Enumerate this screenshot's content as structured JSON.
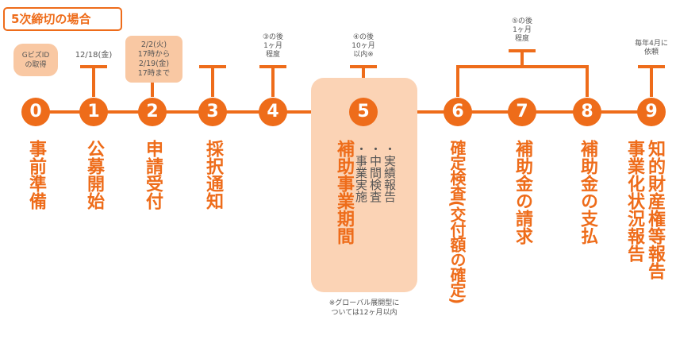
{
  "title": "5次締切の場合",
  "gbiz_box": {
    "line1": "GビズID",
    "line2": "の取得"
  },
  "deadline_box": {
    "line1": "2/2(火)",
    "line2": "17時から",
    "line3": "2/19(金)",
    "line4": "17時まで"
  },
  "top_notes": {
    "n1": "12/18(金)",
    "n4": {
      "line1": "③の後",
      "line2": "1ヶ月",
      "line3": "程度"
    },
    "n5": {
      "line1": "④の後",
      "line2": "10ヶ月",
      "line3": "以内※"
    },
    "n67": {
      "line1": "⑤の後",
      "line2": "1ヶ月",
      "line3": "程度"
    },
    "n9": {
      "line1": "毎年4月に",
      "line2": "依頼"
    }
  },
  "steps": [
    {
      "number": "0",
      "label": "事前準備"
    },
    {
      "number": "1",
      "label": "公募開始"
    },
    {
      "number": "2",
      "label": "申請受付"
    },
    {
      "number": "3",
      "label": "採択通知"
    },
    {
      "number": "4",
      "label": ""
    },
    {
      "number": "5",
      "label": "補助事業期間"
    },
    {
      "number": "6",
      "label": "確定検査(交付額の確定)"
    },
    {
      "number": "7",
      "label": "補助金の請求"
    },
    {
      "number": "8",
      "label": "補助金の支払"
    },
    {
      "number": "9",
      "label": "知的財産権等報告"
    }
  ],
  "step9_label2": "事業化状況報告",
  "period_items": [
    "・実績報告",
    "・中間検査",
    "・事業実施"
  ],
  "footnote": {
    "line1": "※グローバル展開型に",
    "line2": "ついては12ヶ月以内"
  },
  "colors": {
    "accent": "#ee6c1a",
    "soft": "#f9c8a3",
    "text": "#555555"
  }
}
